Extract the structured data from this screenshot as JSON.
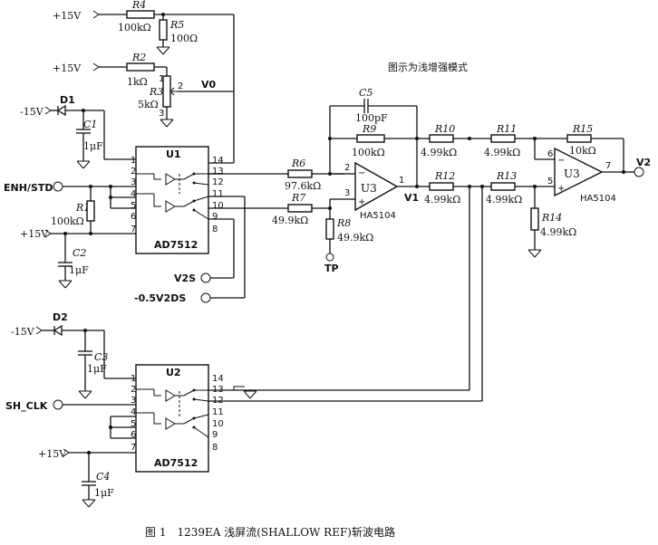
{
  "caption": "图 1　1239EA 浅屏流(SHALLOW REF)斩波电路",
  "mode_note": "图示为浅增强模式",
  "nets": {
    "pos15": "+15V",
    "neg15": "-15V",
    "v0": "V0",
    "v1": "V1",
    "v2": "V2",
    "enh_std": "ENH/STD",
    "sh_clk": "SH_CLK",
    "v2s": "V2S",
    "neg05v2ds": "-0.5V2DS",
    "tp": "TP"
  },
  "chips": {
    "u1": {
      "ref": "U1",
      "part": "AD7512",
      "pins_left": [
        "1",
        "2",
        "3",
        "4",
        "5",
        "6",
        "7"
      ],
      "pins_right": [
        "14",
        "13",
        "12",
        "11",
        "10",
        "9",
        "8"
      ]
    },
    "u2": {
      "ref": "U2",
      "part": "AD7512",
      "pins_left": [
        "1",
        "2",
        "3",
        "4",
        "5",
        "6",
        "7"
      ],
      "pins_right": [
        "14",
        "13",
        "12",
        "11",
        "10",
        "9",
        "8"
      ]
    }
  },
  "opamps": {
    "a1": {
      "ref": "U3",
      "part": "HA5104",
      "pin_inv": "2",
      "pin_noninv": "3",
      "pin_out": "1"
    },
    "a2": {
      "ref": "U3",
      "part": "HA5104",
      "pin_inv": "6",
      "pin_noninv": "5",
      "pin_out": "7"
    }
  },
  "components": {
    "r4": {
      "ref": "R4",
      "value": "100kΩ"
    },
    "r5": {
      "ref": "R5",
      "value": "100Ω"
    },
    "r2": {
      "ref": "R2",
      "value": "1kΩ"
    },
    "r3": {
      "ref": "R3",
      "value": "5kΩ",
      "pins": [
        "1",
        "2",
        "3"
      ]
    },
    "r1": {
      "ref": "R1",
      "value": "100kΩ"
    },
    "r6": {
      "ref": "R6",
      "value": "97.6kΩ"
    },
    "r7": {
      "ref": "R7",
      "value": "49.9kΩ"
    },
    "r8": {
      "ref": "R8",
      "value": "49.9kΩ"
    },
    "r9": {
      "ref": "R9",
      "value": "100kΩ"
    },
    "r10": {
      "ref": "R10",
      "value": "4.99kΩ"
    },
    "r11": {
      "ref": "R11",
      "value": "4.99kΩ"
    },
    "r12": {
      "ref": "R12",
      "value": "4.99kΩ"
    },
    "r13": {
      "ref": "R13",
      "value": "4.99kΩ"
    },
    "r14": {
      "ref": "R14",
      "value": "4.99kΩ"
    },
    "r15": {
      "ref": "R15",
      "value": "10kΩ"
    },
    "c1": {
      "ref": "C1",
      "value": "1μF"
    },
    "c2": {
      "ref": "C2",
      "value": "1μF"
    },
    "c3": {
      "ref": "C3",
      "value": "1μF"
    },
    "c4": {
      "ref": "C4",
      "value": "1μF"
    },
    "c5": {
      "ref": "C5",
      "value": "100pF"
    },
    "d1": {
      "ref": "D1"
    },
    "d2": {
      "ref": "D2"
    }
  },
  "opamp_signs": {
    "minus": "−",
    "plus": "+"
  }
}
